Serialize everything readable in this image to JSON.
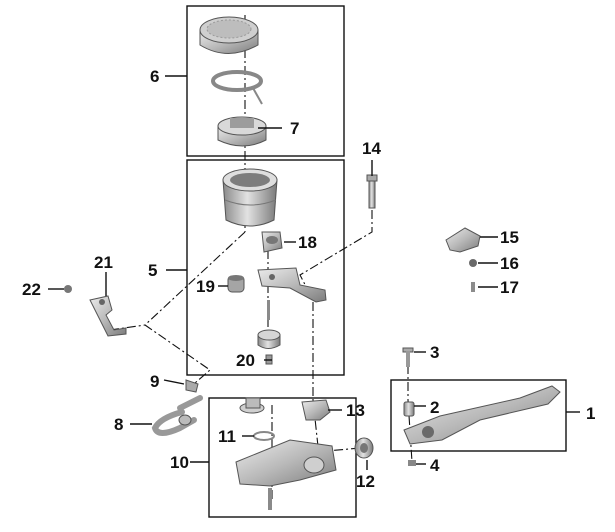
{
  "callouts": {
    "c1": "1",
    "c2": "2",
    "c3": "3",
    "c4": "4",
    "c5": "5",
    "c6": "6",
    "c7": "7",
    "c8": "8",
    "c9": "9",
    "c10": "10",
    "c11": "11",
    "c12": "12",
    "c13": "13",
    "c14": "14",
    "c15": "15",
    "c16": "16",
    "c17": "17",
    "c18": "18",
    "c19": "19",
    "c20": "20",
    "c21": "21",
    "c22": "22"
  },
  "colors": {
    "part_light": "#d8d8d8",
    "part_mid": "#a9a9a9",
    "part_dark": "#6e6e6e",
    "line": "#111111"
  }
}
